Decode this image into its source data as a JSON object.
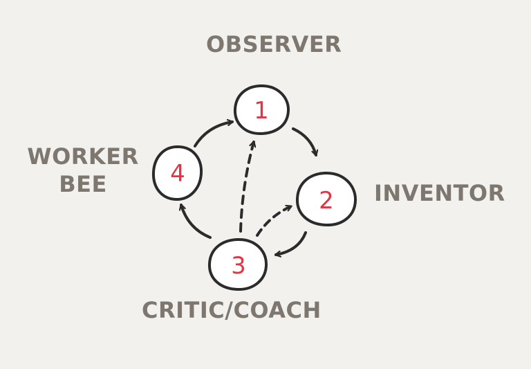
{
  "colors": {
    "background": "#f3f1ee",
    "label": "#7d7770",
    "stroke": "#2b2b2b",
    "node_fill": "#ffffff",
    "number": "#e23544"
  },
  "roles": {
    "observer": "OBSERVER",
    "inventor": "INVENTOR",
    "critic": "CRITIC/COACH",
    "worker_line1": "WORKER",
    "worker_line2": "BEE"
  },
  "nodes": [
    {
      "id": "observer",
      "number": "1"
    },
    {
      "id": "inventor",
      "number": "2"
    },
    {
      "id": "critic",
      "number": "3"
    },
    {
      "id": "worker-bee",
      "number": "4"
    }
  ],
  "edges": [
    {
      "from": "4",
      "to": "1",
      "style": "solid"
    },
    {
      "from": "1",
      "to": "2",
      "style": "solid"
    },
    {
      "from": "2",
      "to": "3",
      "style": "solid"
    },
    {
      "from": "3",
      "to": "4",
      "style": "solid"
    },
    {
      "from": "3",
      "to": "1",
      "style": "dashed"
    },
    {
      "from": "3",
      "to": "2",
      "style": "dashed"
    }
  ]
}
